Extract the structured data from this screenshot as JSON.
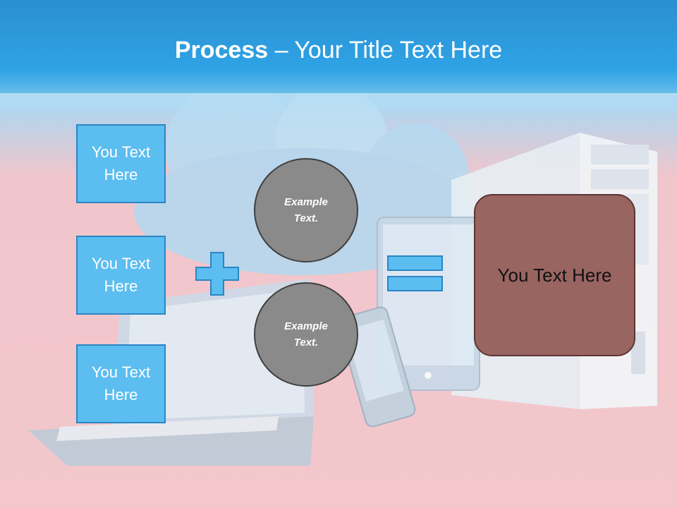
{
  "title": {
    "bold": "Process",
    "rest": " – Your Title Text Here"
  },
  "left_boxes": [
    {
      "label": "You Text Here"
    },
    {
      "label": "You Text Here"
    },
    {
      "label": "You Text Here"
    }
  ],
  "circles": [
    {
      "label": "Example Text."
    },
    {
      "label": "Example Text."
    }
  ],
  "operators": {
    "plus_icon": "plus-icon",
    "equals_icon": "equals-icon"
  },
  "result": {
    "label": "You Text Here"
  },
  "colors": {
    "title_bar": "#2fa3e6",
    "text_box": "#5bbdf0",
    "circle": "#8a8a8a",
    "result_box": "#996561",
    "background": "#f3c7cb"
  }
}
